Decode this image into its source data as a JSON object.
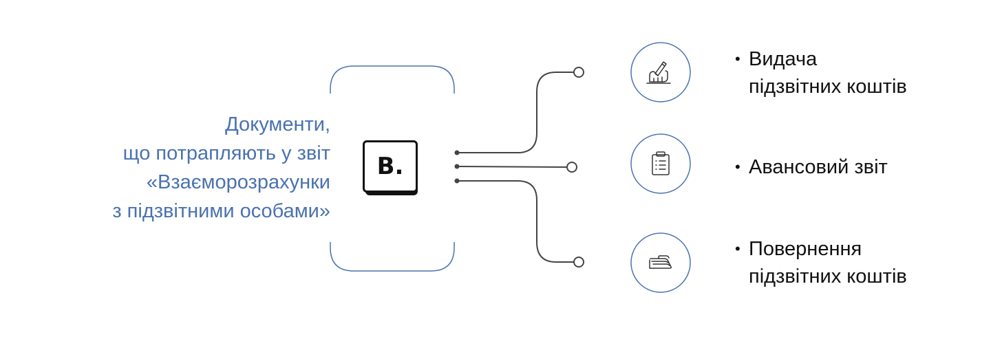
{
  "left_text": {
    "lines": [
      "Документи,",
      "що потрапляють у звіт",
      "«Взаєморозрахунки",
      "з підзвітними особами»"
    ]
  },
  "logo": {
    "label": "B."
  },
  "items": [
    {
      "icon": "hand-writing-icon",
      "lines": [
        "Видача",
        "підзвітних коштів"
      ]
    },
    {
      "icon": "clipboard-list-icon",
      "lines": [
        "Авансовий звіт"
      ]
    },
    {
      "icon": "money-stack-icon",
      "lines": [
        "Повернення",
        "підзвітних коштів"
      ]
    }
  ],
  "colors": {
    "accent": "#4a72b0",
    "connector": "#444444",
    "text": "#111111"
  }
}
